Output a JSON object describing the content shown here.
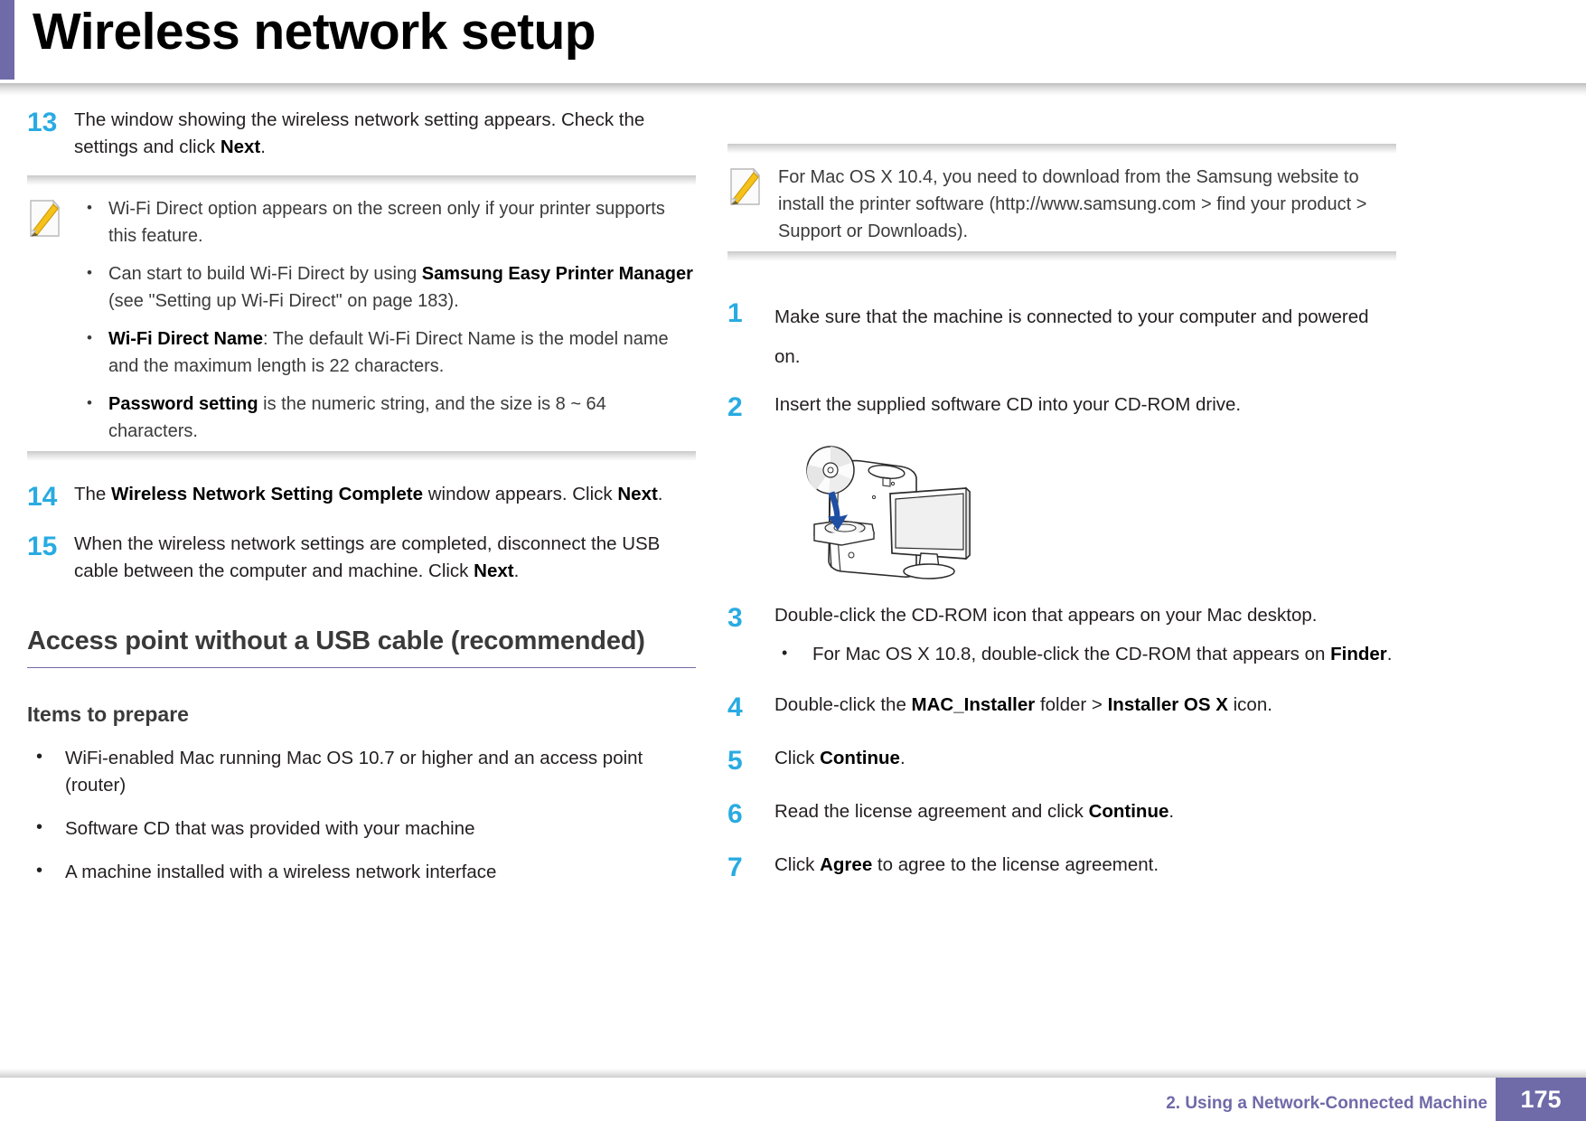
{
  "header": {
    "title": "Wireless network setup"
  },
  "left_column": {
    "step13": {
      "number": "13",
      "text_before": "The window showing the wireless network setting appears. Check the settings and click ",
      "bold": "Next",
      "text_after": "."
    },
    "note1": {
      "icon": "note-pencil-icon",
      "items": [
        {
          "plain": "Wi-Fi Direct option appears on the screen only if your printer supports this feature."
        },
        {
          "pre": "Can start to build Wi-Fi Direct by using ",
          "bold": "Samsung Easy Printer Manager",
          "post": " (see \"Setting up Wi-Fi Direct\" on page 183)."
        },
        {
          "bold_lead": "Wi-Fi Direct Name",
          "post": ": The default Wi-Fi Direct Name is the model name and the maximum length is 22 characters."
        },
        {
          "bold_lead": "Password setting",
          "post": " is the numeric string, and the size is 8 ~ 64 characters."
        }
      ]
    },
    "step14": {
      "number": "14",
      "pre": "The ",
      "bold1": "Wireless Network Setting Complete",
      "mid": " window appears. Click ",
      "bold2": "Next",
      "post": "."
    },
    "step15": {
      "number": "15",
      "pre": "When the wireless network settings are completed, disconnect the USB cable between the computer and machine. Click ",
      "bold1": "Next",
      "post": "."
    },
    "heading_h2": "Access point without a USB cable (recommended)",
    "heading_h3": "Items to prepare",
    "prepare_items": [
      "WiFi-enabled Mac running Mac OS 10.7 or higher and an access point (router)",
      "Software CD that was provided with your machine",
      "A machine installed with a wireless network interface"
    ]
  },
  "right_column": {
    "note2": {
      "icon": "note-pencil-icon",
      "text": "For Mac OS X 10.4, you need to download from the Samsung website to install the printer software (http://www.samsung.com > find your product > Support or Downloads)."
    },
    "step1": {
      "number": "1",
      "text": "Make sure that the machine is connected to your computer and powered on."
    },
    "step2": {
      "number": "2",
      "text": "Insert the supplied software CD into your CD-ROM drive.",
      "illustration_name": "cd-insert-into-desktop-computer-illustration"
    },
    "step3": {
      "number": "3",
      "text": "Double-click the CD-ROM icon that appears on your Mac desktop.",
      "sub_pre": "For Mac OS X 10.8, double-click the CD-ROM that appears on ",
      "sub_bold": "Finder",
      "sub_post": "."
    },
    "step4": {
      "number": "4",
      "pre": "Double-click the ",
      "bold1": "MAC_Installer",
      "mid": " folder > ",
      "bold2": "Installer OS X",
      "post": " icon."
    },
    "step5": {
      "number": "5",
      "pre": "Click ",
      "bold1": "Continue",
      "post": "."
    },
    "step6": {
      "number": "6",
      "pre": "Read the license agreement and click ",
      "bold1": "Continue",
      "post": "."
    },
    "step7": {
      "number": "7",
      "pre": "Click ",
      "bold1": "Agree",
      "post": " to agree to the license agreement."
    }
  },
  "footer": {
    "chapter": "2.  Using a Network-Connected Machine",
    "page_number": "175"
  },
  "colors": {
    "accent_purple": "#6f6aa8",
    "step_number_blue": "#29abe2",
    "body_text": "#231f20"
  }
}
